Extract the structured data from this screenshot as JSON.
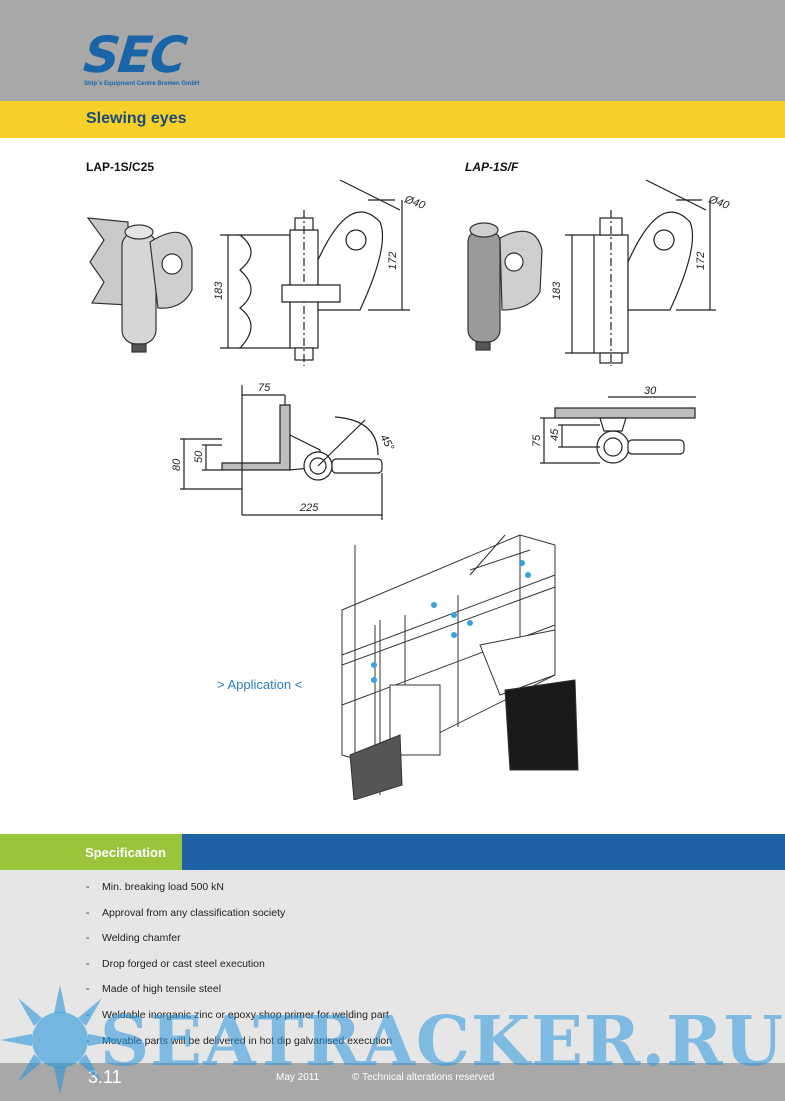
{
  "header": {
    "logo_text": "SEC",
    "logo_subtitle": "Ship`s Equipment Centre Bremen GmbH",
    "brand_color": "#1a64a8"
  },
  "title": "Slewing eyes",
  "products": [
    {
      "name": "LAP-1S/C25"
    },
    {
      "name": "LAP-1S/F"
    }
  ],
  "dimensions": {
    "c25": {
      "diameter": "Ø40",
      "height_total": "183",
      "height_eye": "172"
    },
    "f": {
      "diameter": "Ø40",
      "height_total": "183",
      "height_eye": "172"
    },
    "section_left": {
      "width": "75",
      "h1": "80",
      "h2": "50",
      "length": "225",
      "angle": "45°"
    },
    "section_right": {
      "width": "30",
      "h1": "75",
      "h2": "45"
    }
  },
  "application_link": "> Application <",
  "specification": {
    "heading": "Specification",
    "items": [
      "Min. breaking load 500 kN",
      "Approval from any classification society",
      "Welding chamfer",
      "Drop forged or cast steel execution",
      "Made of high tensile steel",
      "Weldable inorganic zinc or epoxy shop primer for welding part",
      "Movable parts will be delivered in hot dip galvanised execution"
    ]
  },
  "footer": {
    "page": "3.11",
    "date": "May 2011",
    "rights": "© Technical alterations reserved"
  },
  "watermark": {
    "text": "SEATRACKER.RU",
    "color": "#2896dc"
  }
}
